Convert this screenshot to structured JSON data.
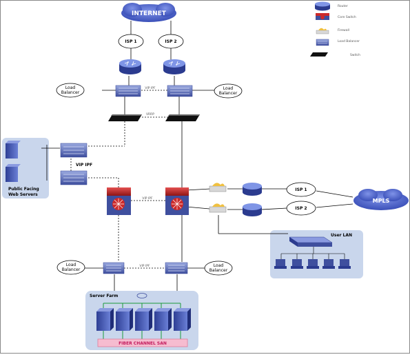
{
  "labels": {
    "internet": "INTERNET",
    "isp1": "ISP 1",
    "isp2": "ISP 2",
    "isp1_right": "ISP 1",
    "isp2_right": "ISP 2",
    "mpls": "MPLS",
    "lb_top_left_1": "Load",
    "lb_top_left_2": "Balancer",
    "lb_top_right_1": "Load",
    "lb_top_right_2": "Balancer",
    "lb_bottom_left_1": "Load",
    "lb_bottom_left_2": "Balancer",
    "lb_bottom_right_1": "Load",
    "lb_bottom_right_2": "Balancer",
    "vip_top": "VIP IPF",
    "vip_left": "VIP IPF",
    "vip_core": "VIP IPF",
    "vip_bottom": "VIP IPF",
    "vrrp": "VRRP",
    "web_servers_1": "Public Facing",
    "web_servers_2": "Web Servers",
    "user_lan": "User LAN",
    "server_farm": "Server Farm",
    "san": "FIBER CHANNEL SAN"
  },
  "legend": [
    {
      "icon": "router-icon",
      "label": "Router"
    },
    {
      "icon": "core-switch-icon",
      "label": "Core Switch"
    },
    {
      "icon": "firewall-icon",
      "label": "Firewall"
    },
    {
      "icon": "load-balancer-icon",
      "label": "Load Balancer"
    },
    {
      "icon": "switch-icon",
      "label": "Switch"
    }
  ],
  "colors": {
    "router": "#3a4fa8",
    "switch_blue": "#5b6db5",
    "core_red": "#cc2a2a",
    "panel_bg": "#c9d6ec",
    "san_pink": "#f6bcd0",
    "san_border": "#e07a9a",
    "cloud": "#4b62c8"
  }
}
